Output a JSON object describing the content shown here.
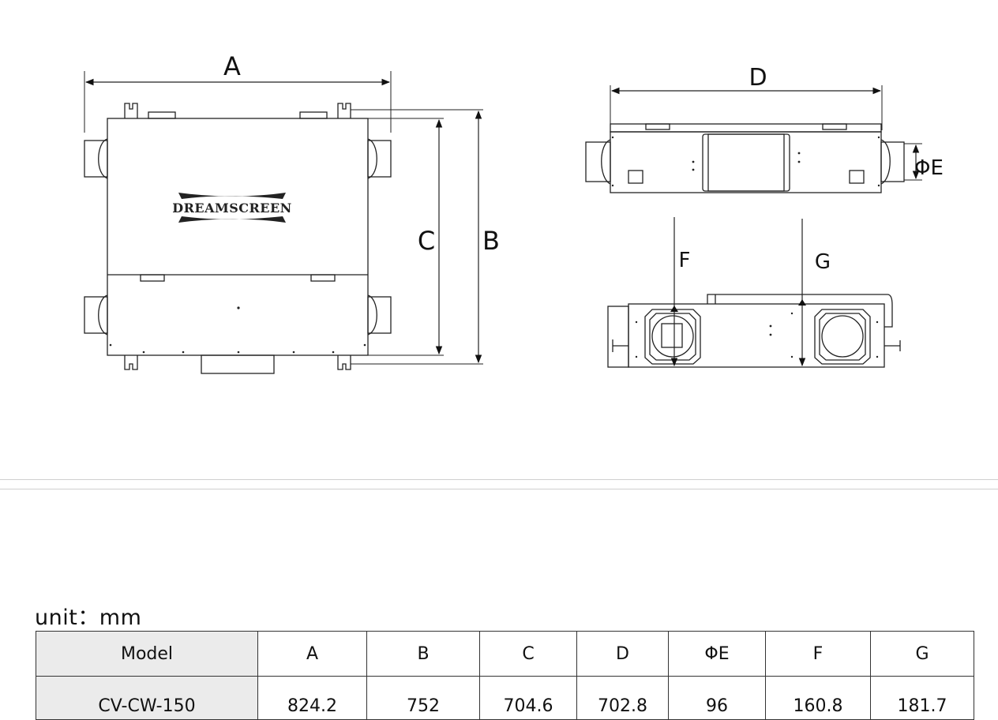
{
  "drawing": {
    "labels": {
      "A": "A",
      "B": "B",
      "C": "C",
      "D": "D",
      "E": "ΦE",
      "F": "F",
      "G": "G"
    },
    "logo_text": "DREAMSCREEN"
  },
  "unit_label": "unit：mm",
  "table": {
    "headers": [
      "Model",
      "A",
      "B",
      "C",
      "D",
      "ΦE",
      "F",
      "G"
    ],
    "rows": [
      [
        "CV-CW-150",
        "824.2",
        "752",
        "704.6",
        "702.8",
        "96",
        "160.8",
        "181.7"
      ]
    ]
  }
}
